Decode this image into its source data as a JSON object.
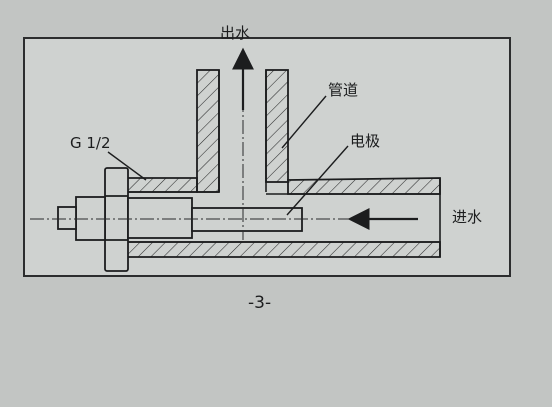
{
  "diagram": {
    "labels": {
      "outlet": "出水",
      "pipe": "管道",
      "electrode": "电极",
      "thread": "G 1/2",
      "inlet": "进水"
    },
    "page_number": "-3-",
    "colors": {
      "background": "#c2c5c3",
      "panel": "#cfd2d0",
      "ink": "#1c1d1e"
    }
  }
}
